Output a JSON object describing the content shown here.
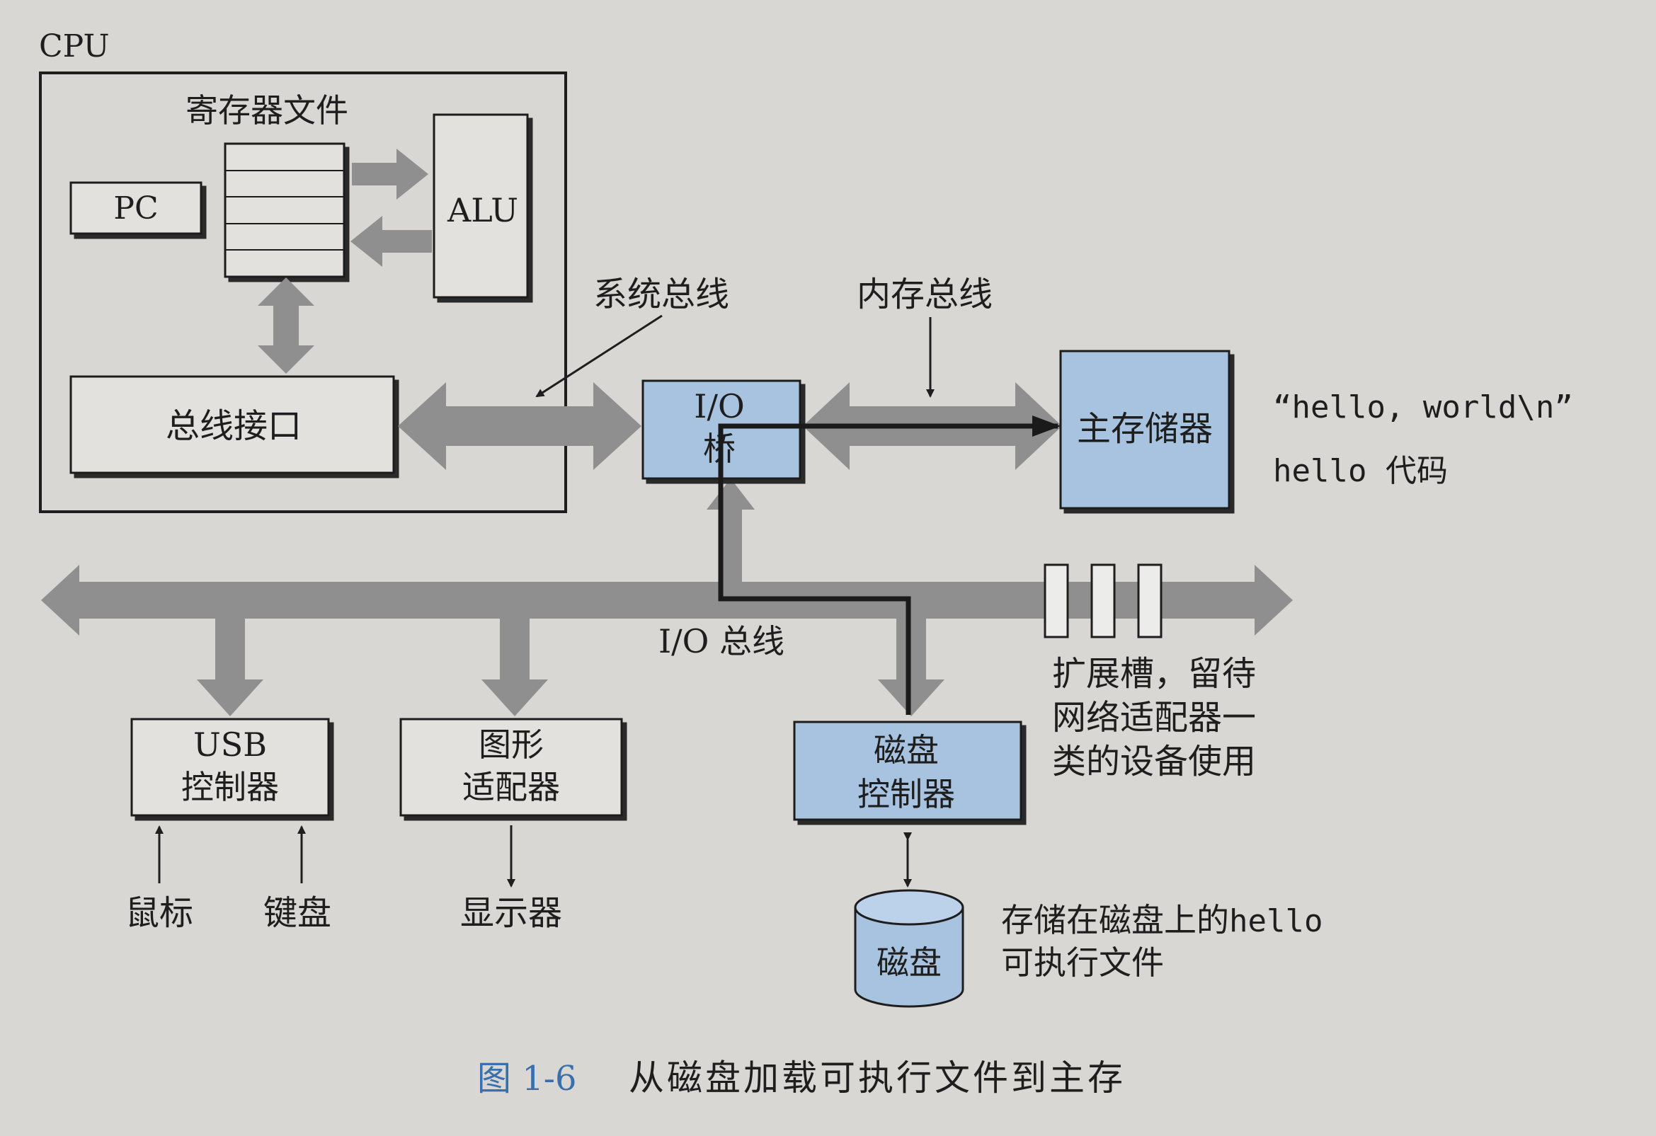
{
  "colors": {
    "background": "#d9d7d3",
    "bus_gray": "#8f8f8f",
    "blue_box": "#a7c3e0",
    "box_fill": "#e2e1de",
    "caption_blue": "#3a6fae",
    "path_line": "#1a1a1a"
  },
  "cpu": {
    "label": "CPU",
    "register_file_label": "寄存器文件",
    "pc_label": "PC",
    "alu_label": "ALU",
    "bus_interface_label": "总线接口"
  },
  "bus_labels": {
    "system_bus": "系统总线",
    "memory_bus": "内存总线",
    "io_bus": "I/O 总线"
  },
  "io_bridge": {
    "line1": "I/O",
    "line2": "桥"
  },
  "main_memory": {
    "label": "主存储器",
    "content_string": "“hello, world\\n”",
    "content_code": "hello 代码"
  },
  "devices": {
    "usb": {
      "line1": "USB",
      "line2": "控制器"
    },
    "graphics": {
      "line1": "图形",
      "line2": "适配器"
    },
    "disk_controller": {
      "line1": "磁盘",
      "line2": "控制器"
    },
    "mouse": "鼠标",
    "keyboard": "键盘",
    "display": "显示器",
    "disk": "磁盘"
  },
  "expansion_note": {
    "line1": "扩展槽，留待",
    "line2": "网络适配器一",
    "line3": "类的设备使用"
  },
  "disk_note": {
    "line1": "存储在磁盘上的",
    "line1_mono": "hello",
    "line2": "可执行文件"
  },
  "caption": {
    "number": "图 1-6",
    "text": "从磁盘加载可执行文件到主存"
  }
}
